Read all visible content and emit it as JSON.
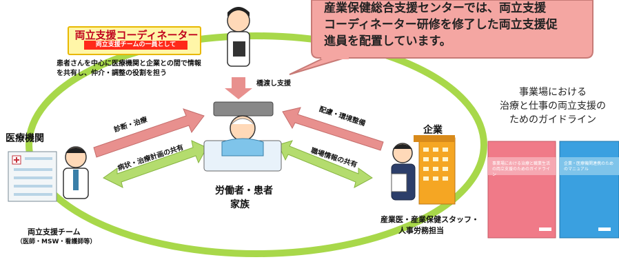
{
  "callout": {
    "line1": "産業保健総合支援センターでは、両立支援",
    "line2": "コーディネーター研修を修了した両立支援促",
    "line3": "進員を配置しています。"
  },
  "coordinator": {
    "title": "両立支援コーディネーター",
    "subtitle": "両立支援チームの一員として",
    "role_line1": "患者さんを中心に医療機関と企業との間で情報",
    "role_line2": "を共有し、仲介・調整の役割を担う",
    "bridge_label": "橋渡し支援"
  },
  "medical": {
    "title": "医療機関",
    "team_line1": "両立支援チーム",
    "team_line2": "（医師・MSW・看護師等）",
    "diagnosis_label": "診断・治療",
    "share_label": "病状・治療計画の共有"
  },
  "patient": {
    "line1": "労働者・患者",
    "line2": "家族"
  },
  "company": {
    "title": "企業",
    "consideration_label": "配慮・環境整備",
    "share_label": "職場情報の共有",
    "staff_line1": "産業医・産業保健スタッフ・",
    "staff_line2": "人事労務担当"
  },
  "guideline": {
    "line1": "事業場における",
    "line2": "治療と仕事の両立支援の",
    "line3": "ためのガイドライン",
    "book1_text": "事業場における治療と職業生活の両立支援のためのガイドライン",
    "book2_text": "企業・医療機関連携のためのマニュアル"
  },
  "colors": {
    "ellipse": "#a8d84a",
    "pink_arrow": "#e8908e",
    "green_arrow": "#b4dc6e",
    "callout_fill": "#f4a6a2",
    "book1": "#f07a88",
    "book2": "#3aa0e0"
  }
}
